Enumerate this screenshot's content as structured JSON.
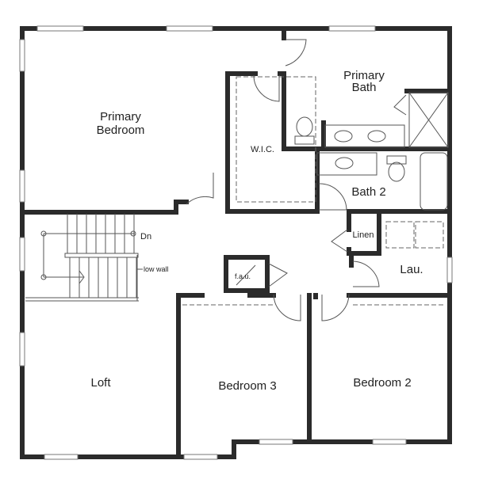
{
  "rooms": {
    "primary_bedroom": [
      "Primary",
      "Bedroom"
    ],
    "primary_bath": [
      "Primary",
      "Bath"
    ],
    "wic": "W.I.C.",
    "bath2": "Bath 2",
    "linen": "Linen",
    "laundry": "Lau.",
    "loft": "Loft",
    "bedroom3": "Bedroom 3",
    "bedroom2": "Bedroom 2",
    "fau": "f.a.u."
  },
  "annotations": {
    "stairs_down": "Dn",
    "low_wall": "low wall"
  },
  "colors": {
    "wall": "#2b2b2b",
    "background": "#ffffff"
  }
}
